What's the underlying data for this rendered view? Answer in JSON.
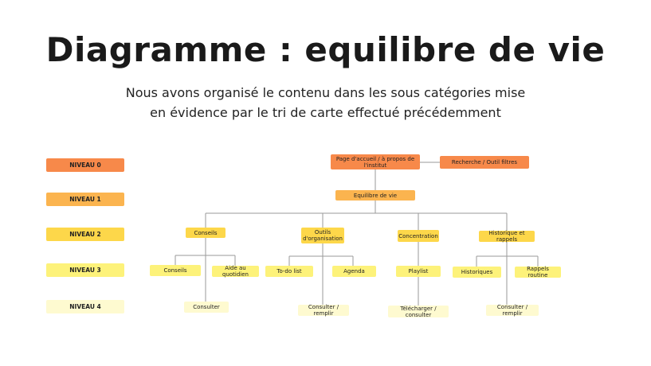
{
  "title": "Diagramme : equilibre de vie",
  "subtitle": {
    "line1": "Nous avons organisé le contenu dans les sous catégories mise",
    "line2": "en évidence par le tri de carte effectué précédemment"
  },
  "colors": {
    "niveau0": "#f7894a",
    "niveau1": "#fbb44f",
    "niveau2": "#fdd74a",
    "niveau3": "#fdf27a",
    "niveau4": "#fefad0",
    "connector": "#9a9a9a"
  },
  "levels": [
    {
      "label": "NIVEAU 0"
    },
    {
      "label": "NIVEAU 1"
    },
    {
      "label": "NIVEAU 2"
    },
    {
      "label": "NIVEAU 3"
    },
    {
      "label": "NIVEAU 4"
    }
  ],
  "nodes": {
    "accueil": "Page d'accueil / à propos de l'institut",
    "recherche": "Recherche / Outil filtres",
    "equilibre": "Equilibre de vie",
    "conseils": "Conseils",
    "outils": "Outils d'organisation",
    "concentration": "Concentration",
    "historique_rappels": "Historique et rappels",
    "conseils_sub": "Conseils",
    "aide": "Aide au quotidien",
    "todo": "To-do list",
    "agenda": "Agenda",
    "playlist": "Playlist",
    "historiques": "Historiques",
    "rappels_routine": "Rappels routine",
    "consulter": "Consulter",
    "consulter_remplir_1": "Consulter / remplir",
    "telecharger": "Télécharger / consulter",
    "consulter_remplir_2": "Consulter / remplir"
  }
}
